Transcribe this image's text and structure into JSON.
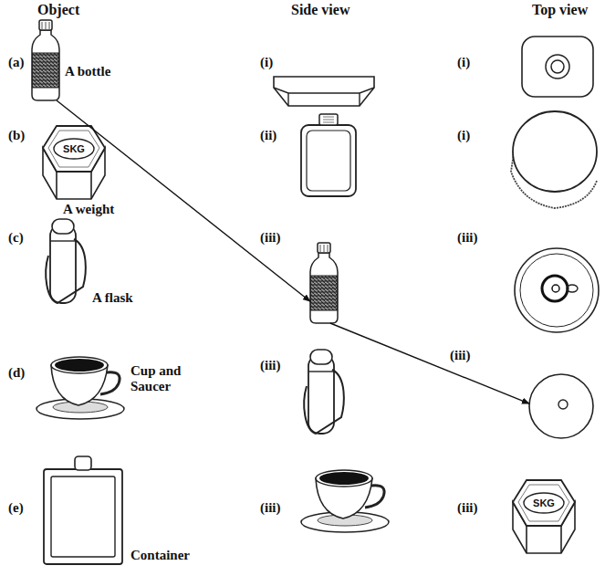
{
  "diagram": {
    "nodes": [
      {
        "text": [
          "(a)",
          "A bottle"
        ]
      },
      {
        "text": [
          "(i)"
        ]
      },
      {
        "text": [
          "(i)"
        ]
      },
      {
        "text": [
          "(b)",
          "SKG",
          "A weight"
        ]
      },
      {
        "text": [
          "(ii)"
        ]
      },
      {
        "text": [
          "(i)"
        ]
      },
      {
        "text": [
          "(c)",
          "A flask"
        ]
      },
      {
        "text": [
          "(iii)"
        ]
      },
      {
        "text": [
          "(iii)"
        ]
      },
      {
        "text": [
          "(d)",
          "Cup and Saucer"
        ]
      },
      {
        "text": [
          "(iii)"
        ]
      },
      {
        "text": [
          "(iii)"
        ]
      },
      {
        "text": [
          "(e)",
          "Container"
        ]
      },
      {
        "text": [
          "(iii)"
        ]
      },
      {
        "text": [
          "(iii)",
          "SKG"
        ]
      }
    ],
    "edges": [
      {
        "from": 0,
        "to": 7,
        "arrow": "to"
      },
      {
        "from": 7,
        "to": 11,
        "arrow": "to"
      }
    ],
    "labels": [
      "Object",
      "Side view",
      "Top view"
    ]
  }
}
